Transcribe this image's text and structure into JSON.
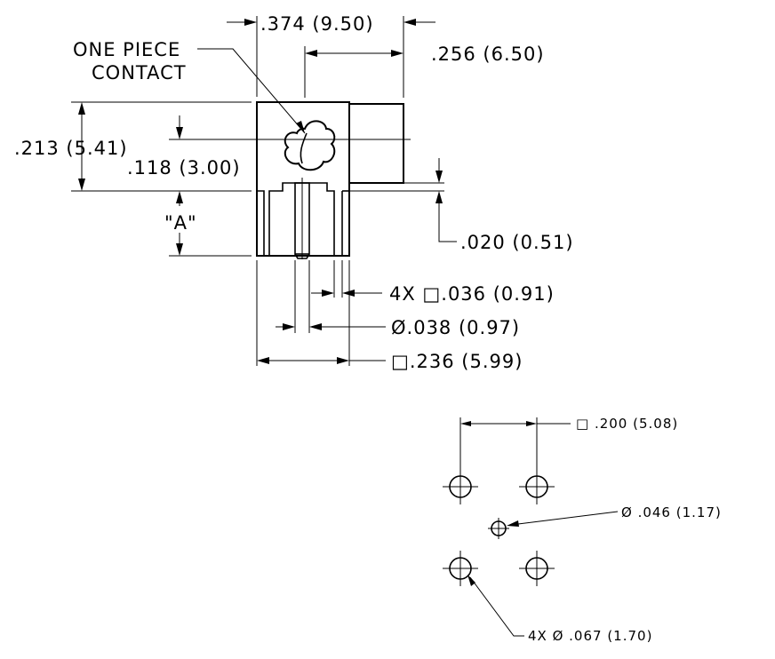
{
  "connector_view": {
    "contact_label_line1": "ONE PIECE",
    "contact_label_line2": "CONTACT",
    "overall_width": ".374 (9.50)",
    "body_width": ".256 (6.50)",
    "overall_height": ".213 (5.41)",
    "center_height": ".118 (3.00)",
    "dimension_a": "\"A\"",
    "gap": ".020 (0.51)",
    "pin_square": "4X □.036 (0.91)",
    "center_pin_diameter": "Ø.038 (0.97)",
    "base_square": "□.236 (5.99)"
  },
  "footprint_view": {
    "spacing": "□ .200 (5.08)",
    "center_hole": "Ø .046 (1.17)",
    "corner_holes": "4X Ø .067 (1.70)"
  }
}
